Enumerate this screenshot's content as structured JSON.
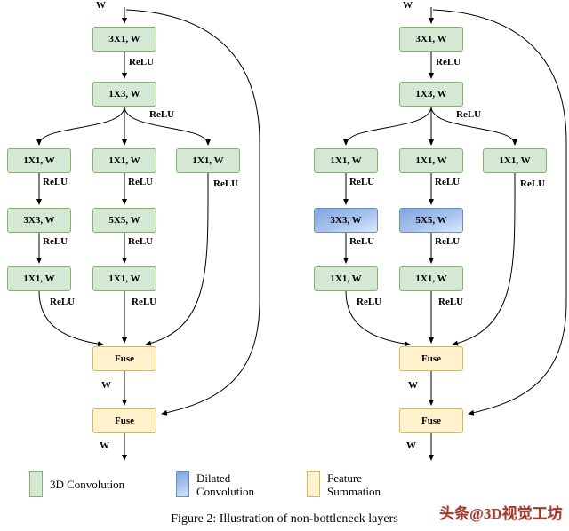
{
  "figure": {
    "caption": "Figure 2: Illustration of non-bottleneck layers",
    "watermark": "头条@3D视觉工坊"
  },
  "labels": {
    "w": "W",
    "relu": "ReLU"
  },
  "boxes": {
    "conv_3x1": "3X1, W",
    "conv_1x3": "1X3, W",
    "conv_1x1": "1X1, W",
    "conv_3x3": "3X3, W",
    "conv_5x5": "5X5, W",
    "fuse": "Fuse"
  },
  "legend": {
    "conv3d": "3D Convolution",
    "dilated_line1": "Dilated",
    "dilated_line2": "Convolution",
    "feature_line1": "Feature",
    "feature_line2": "Summation"
  },
  "colors": {
    "green_fill": "#d5e8d4",
    "green_border": "#82b366",
    "blue_top": "#7ea6e0",
    "blue_bottom": "#dae8fc",
    "blue_border": "#6c8ebf",
    "yellow_fill": "#fff2cc",
    "yellow_border": "#d6b656",
    "arrow": "#000000",
    "watermark_red": "#a63a2a"
  }
}
